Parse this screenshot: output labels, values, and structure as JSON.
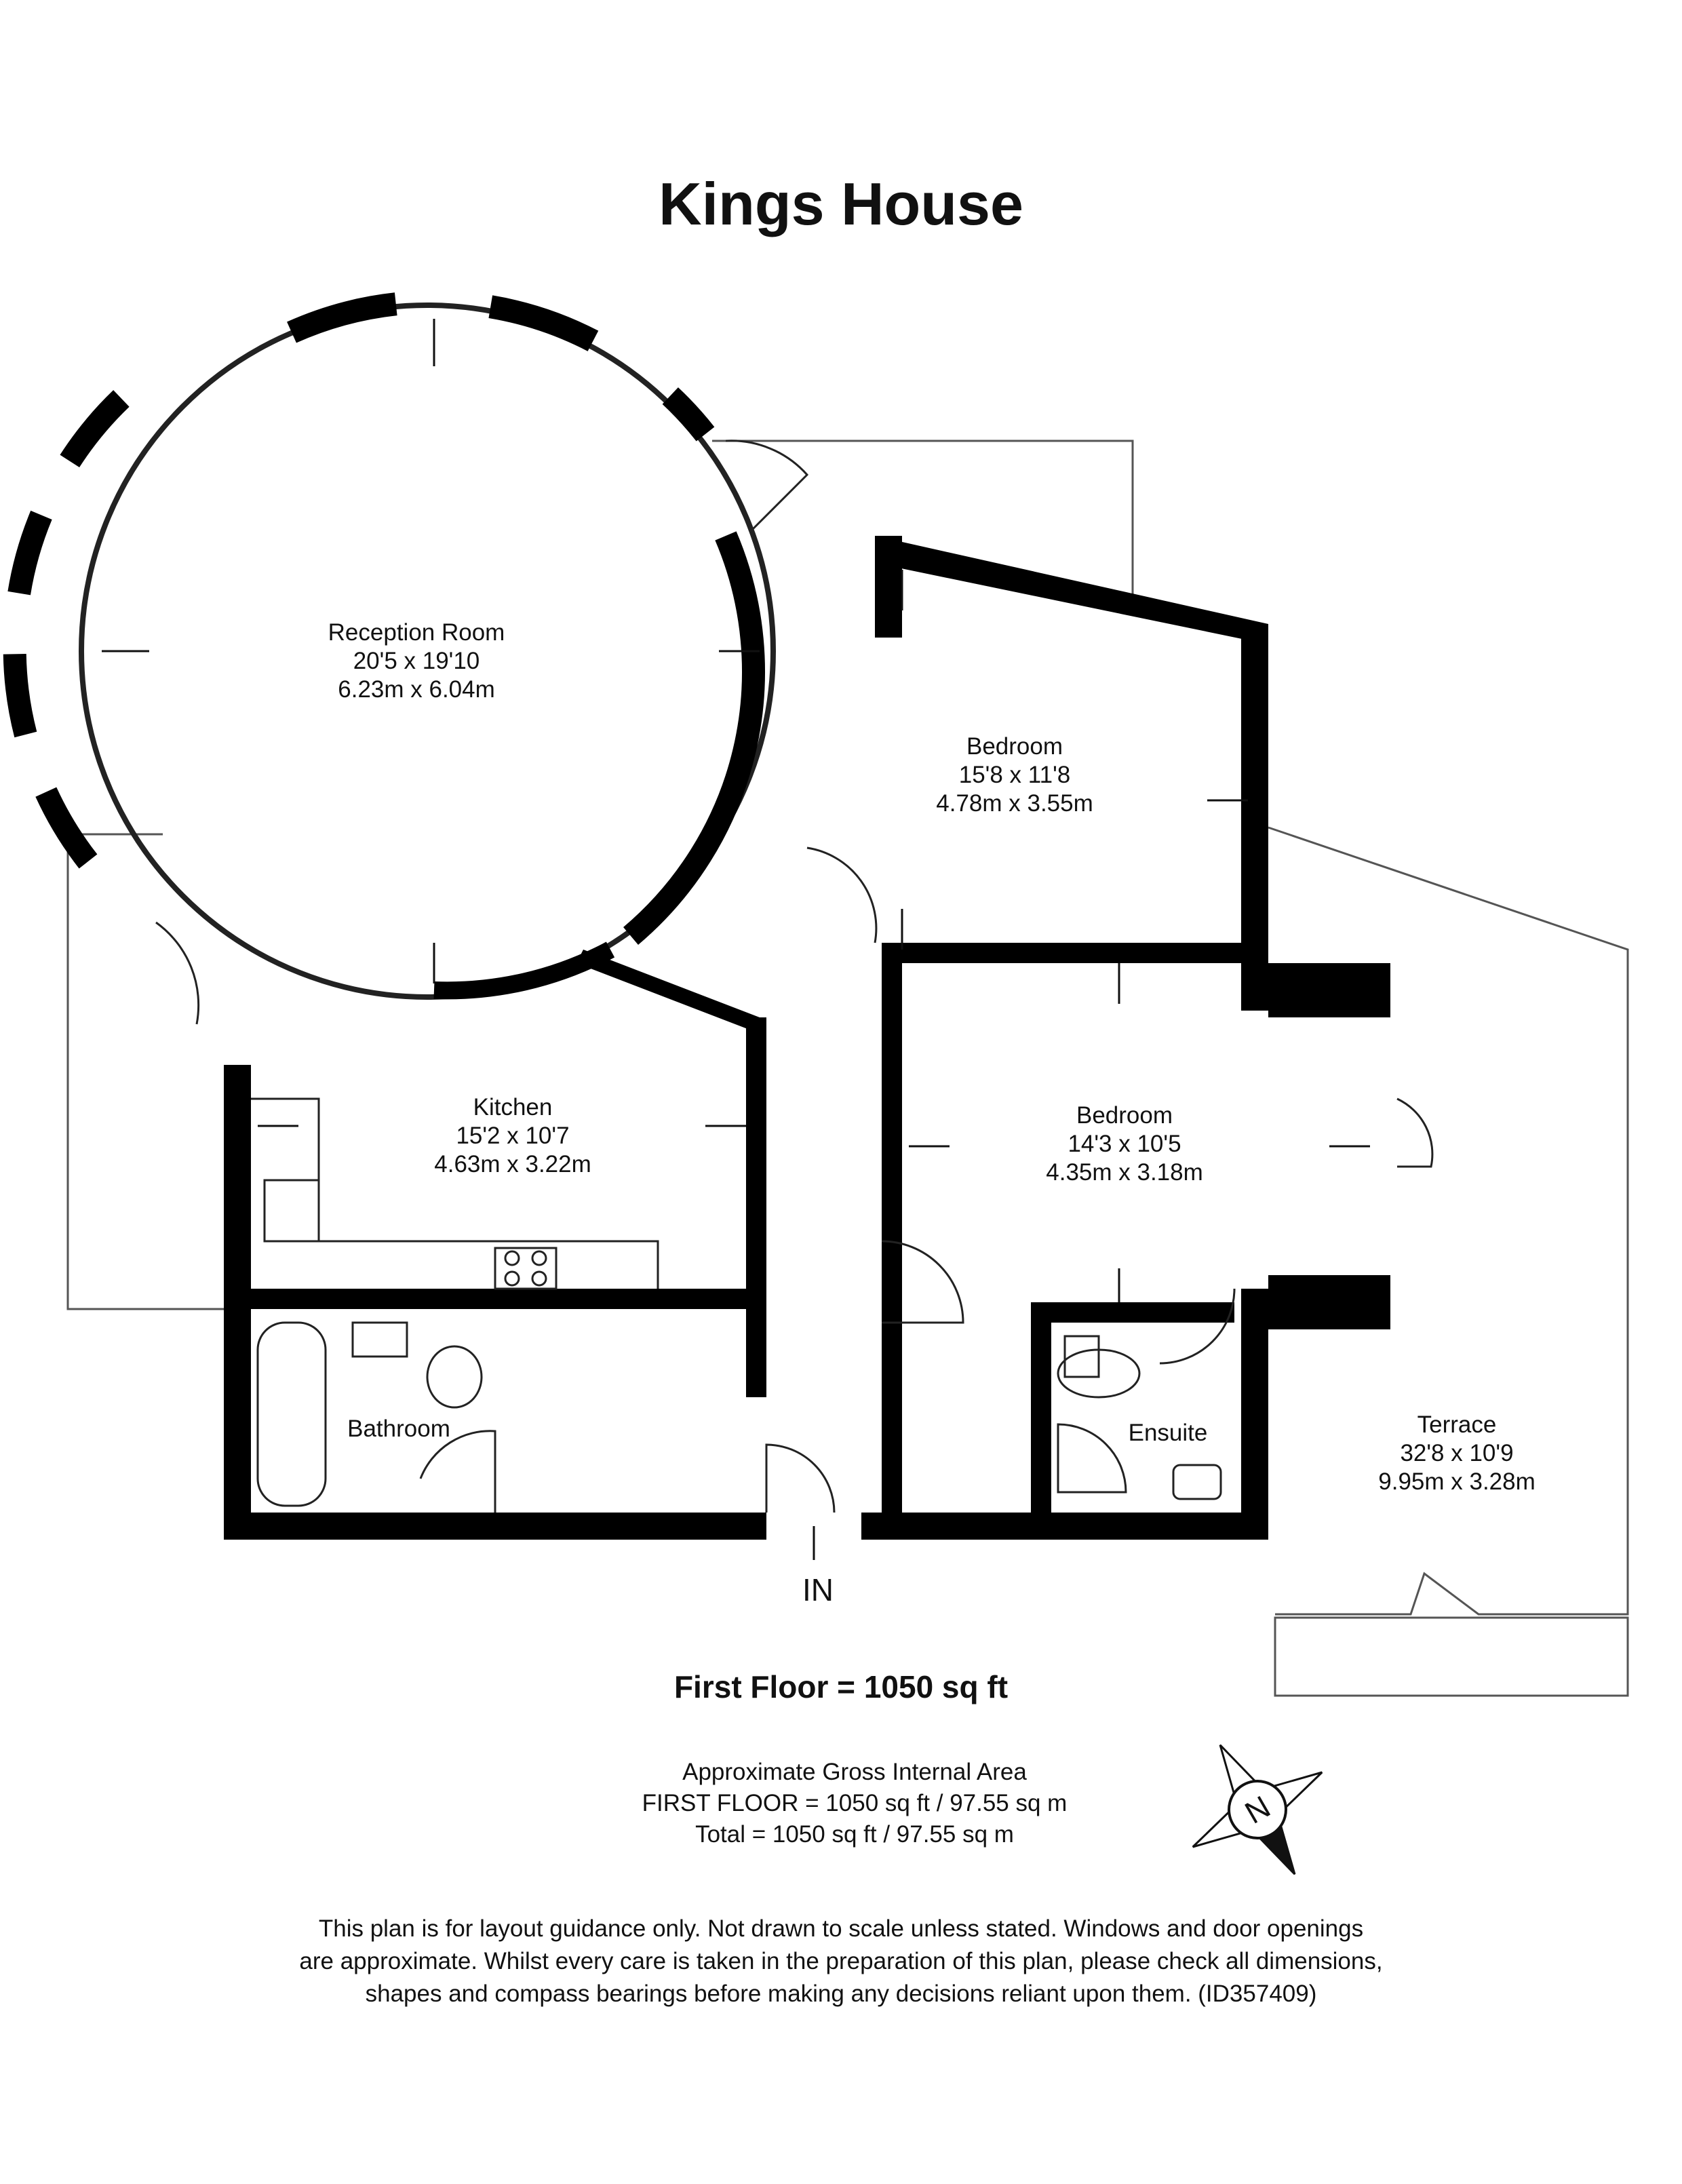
{
  "title": "Kings House",
  "rooms": [
    {
      "name": "Reception Room",
      "imperial": "20'5 x 19'10",
      "metric": "6.23m x 6.04m"
    },
    {
      "name": "Bedroom",
      "imperial": "15'8 x 11'8",
      "metric": "4.78m x 3.55m"
    },
    {
      "name": "Kitchen",
      "imperial": "15'2 x 10'7",
      "metric": "4.63m x 3.22m"
    },
    {
      "name": "Bedroom",
      "imperial": "14'3 x 10'5",
      "metric": "4.35m x 3.18m"
    },
    {
      "name": "Bathroom"
    },
    {
      "name": "Ensuite"
    },
    {
      "name": "Terrace",
      "imperial": "32'8 x 10'9",
      "metric": "9.95m x 3.28m"
    }
  ],
  "entrance_label": "IN",
  "floor_area": "First Floor = 1050 sq ft",
  "gross_area": {
    "heading": "Approximate Gross Internal Area",
    "first_floor": "FIRST FLOOR = 1050 sq ft / 97.55 sq m",
    "total": "Total = 1050 sq ft / 97.55 sq m"
  },
  "compass_letter": "N",
  "disclaimer": [
    "This plan is for layout guidance only. Not drawn to scale unless stated. Windows and door openings",
    "are approximate. Whilst every care is taken in the preparation of this plan, please check all dimensions,",
    "shapes and compass bearings before making any decisions reliant upon them. (ID357409)"
  ]
}
